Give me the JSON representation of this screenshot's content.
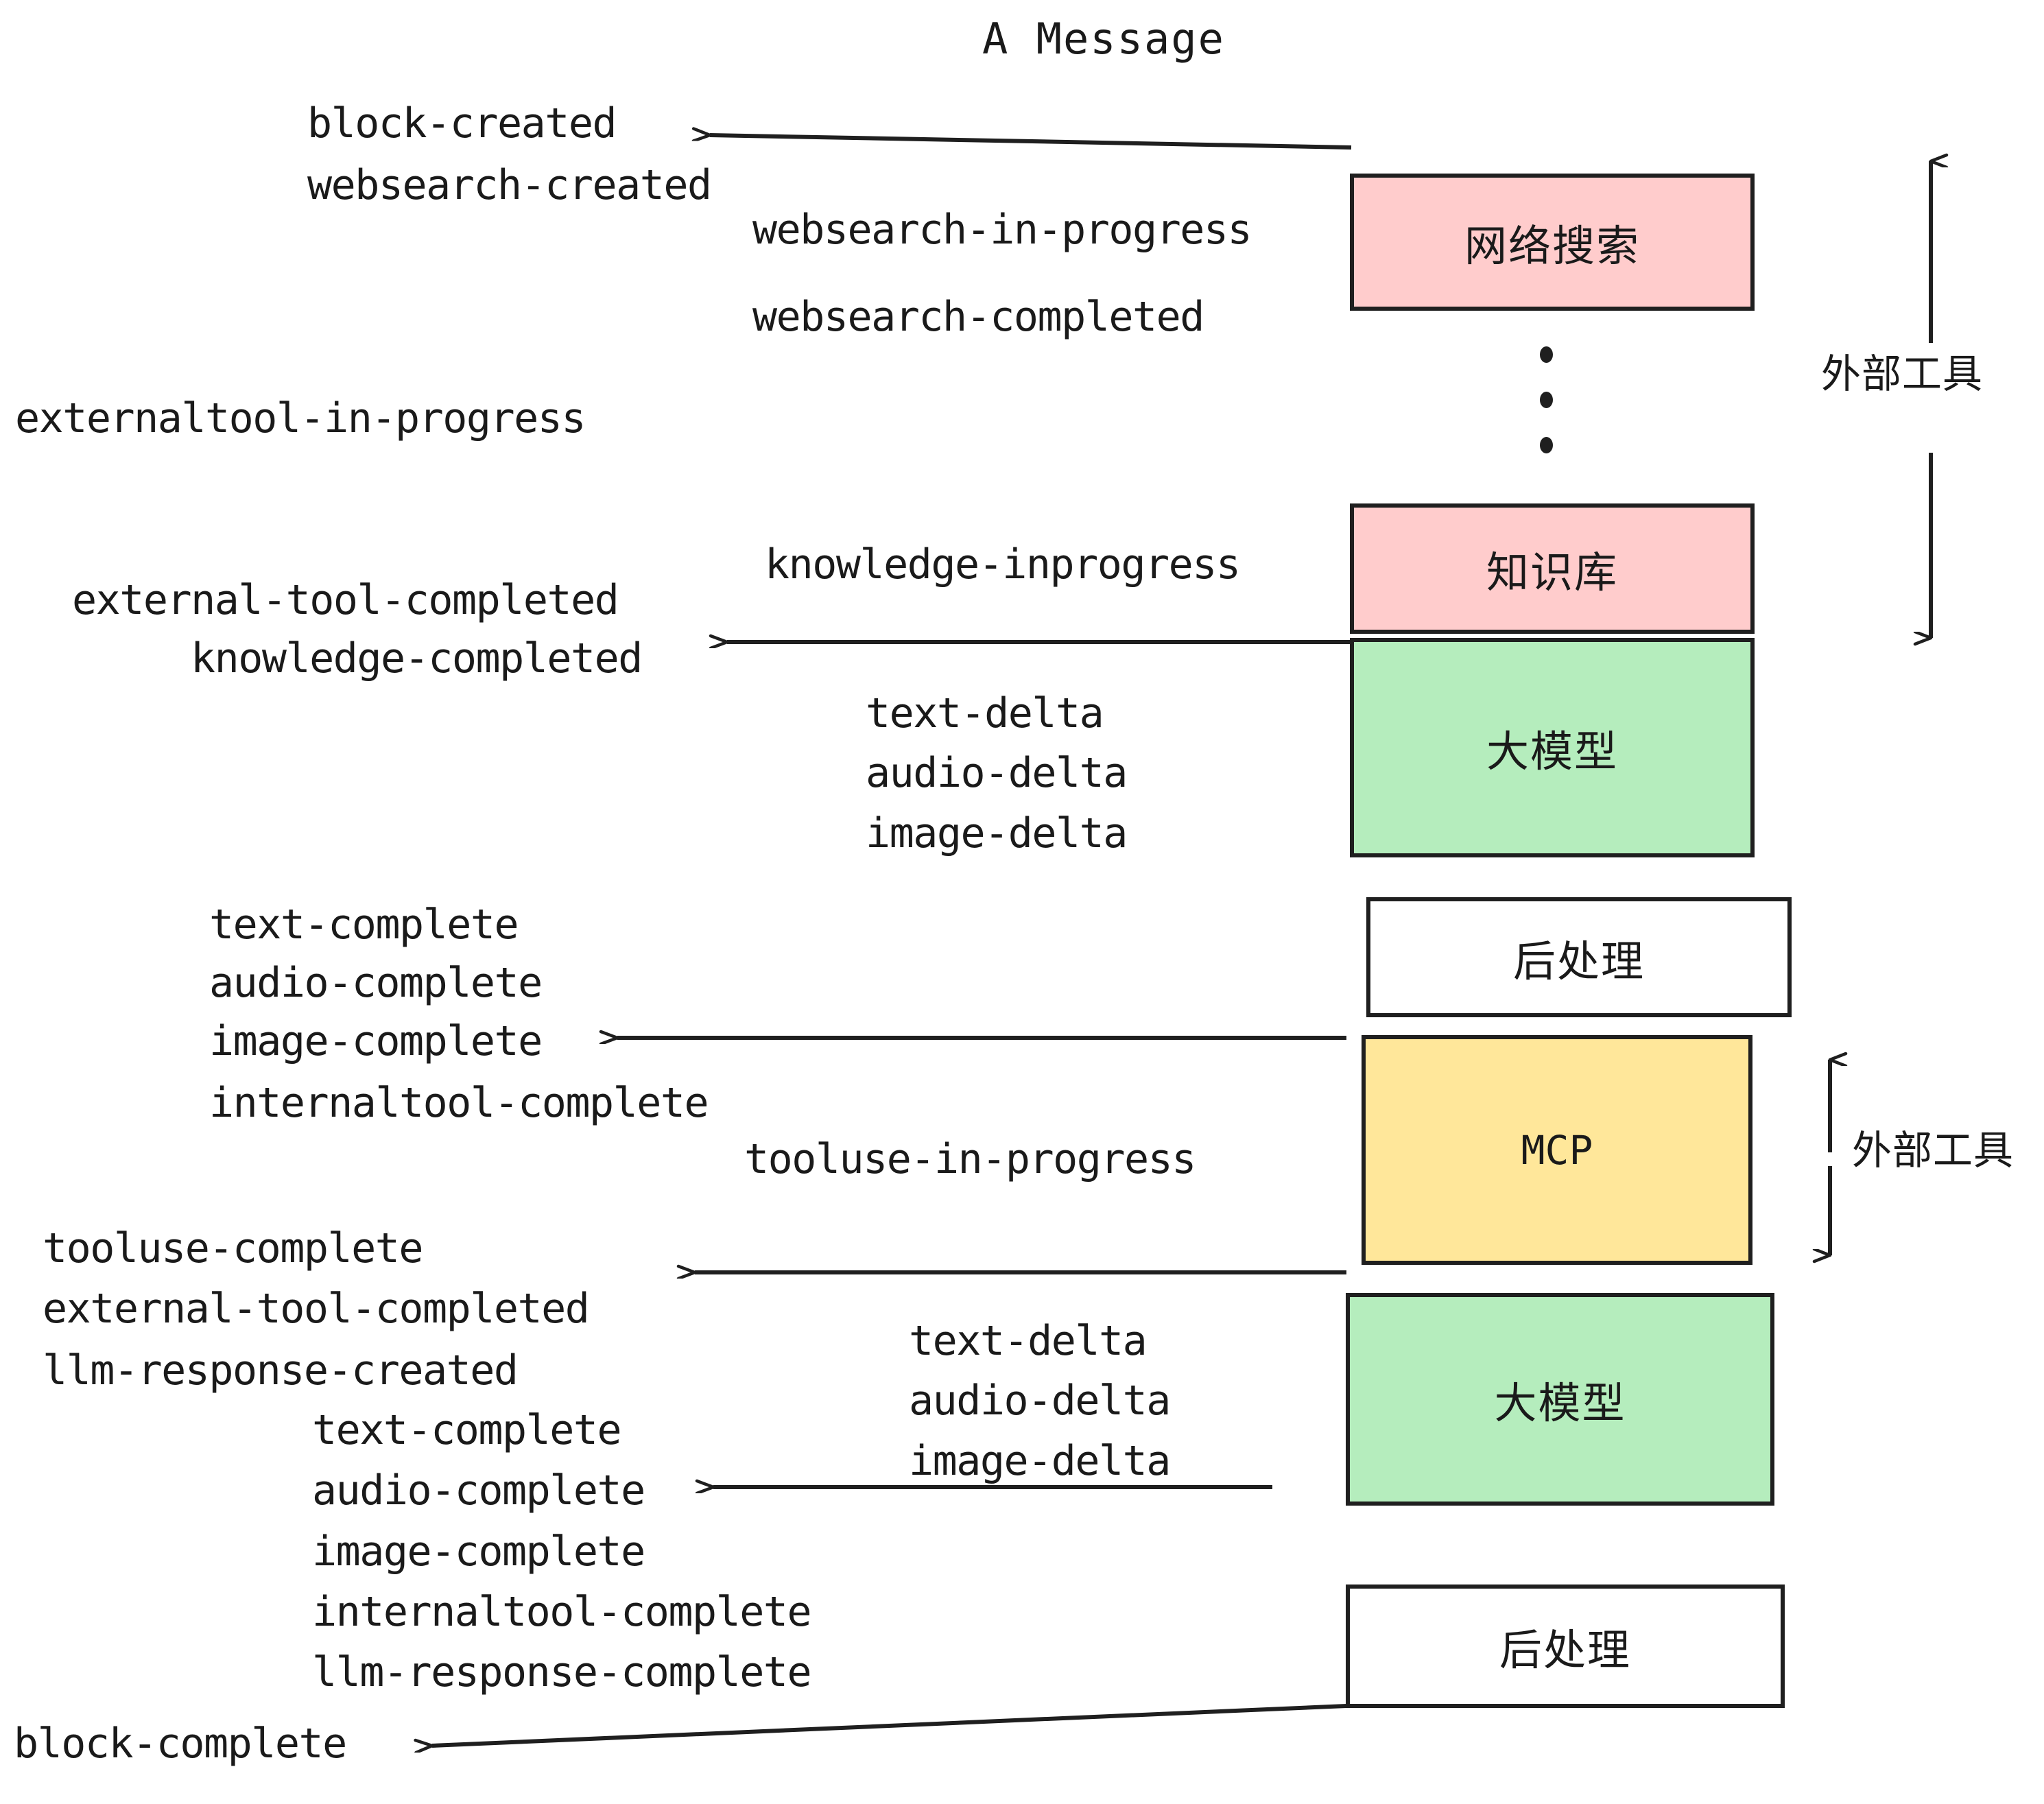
{
  "diagram": {
    "title": "A Message",
    "colors": {
      "pink": "#FFCCCC",
      "green": "#B5EDBD",
      "yellow": "#FFE79A",
      "white": "#FFFFFF",
      "stroke": "#1F1F1F",
      "text": "#1A1A1A",
      "background": "#FFFFFF"
    },
    "nodes": [
      {
        "id": "websearch",
        "label": "网络搜索",
        "fill": "#FFCCCC",
        "lang": "zh"
      },
      {
        "id": "knowledge",
        "label": "知识库",
        "fill": "#FFCCCC",
        "lang": "zh"
      },
      {
        "id": "llm-1",
        "label": "大模型",
        "fill": "#B5EDBD",
        "lang": "zh"
      },
      {
        "id": "postproc-1",
        "label": "后处理",
        "fill": "#FFFFFF",
        "lang": "zh"
      },
      {
        "id": "mcp",
        "label": "MCP",
        "fill": "#FFE79A",
        "lang": "latin"
      },
      {
        "id": "llm-2",
        "label": "大模型",
        "fill": "#B5EDBD",
        "lang": "zh"
      },
      {
        "id": "postproc-2",
        "label": "后处理",
        "fill": "#FFFFFF",
        "lang": "zh"
      }
    ],
    "side_labels": [
      {
        "id": "external-tools-top",
        "text": "外部工具"
      },
      {
        "id": "external-tools-bottom",
        "text": "外部工具"
      }
    ],
    "events": [
      {
        "id": "block-created",
        "text": "block-created"
      },
      {
        "id": "websearch-created",
        "text": "websearch-created"
      },
      {
        "id": "websearch-in-progress",
        "text": "websearch-in-progress"
      },
      {
        "id": "websearch-completed",
        "text": "websearch-completed"
      },
      {
        "id": "externaltool-in-progress",
        "text": "externaltool-in-progress"
      },
      {
        "id": "knowledge-inprogress",
        "text": "knowledge-inprogress"
      },
      {
        "id": "external-tool-completed-1",
        "text": "external-tool-completed"
      },
      {
        "id": "knowledge-completed",
        "text": "knowledge-completed"
      },
      {
        "id": "text-delta-1",
        "text": "text-delta"
      },
      {
        "id": "audio-delta-1",
        "text": "audio-delta"
      },
      {
        "id": "image-delta-1",
        "text": "image-delta"
      },
      {
        "id": "text-complete-1",
        "text": "text-complete"
      },
      {
        "id": "audio-complete-1",
        "text": "audio-complete"
      },
      {
        "id": "image-complete-1",
        "text": "image-complete"
      },
      {
        "id": "internaltool-complete-1",
        "text": "internaltool-complete"
      },
      {
        "id": "tooluse-in-progress",
        "text": "tooluse-in-progress"
      },
      {
        "id": "tooluse-complete",
        "text": "tooluse-complete"
      },
      {
        "id": "external-tool-completed-2",
        "text": "external-tool-completed"
      },
      {
        "id": "llm-response-created",
        "text": "llm-response-created"
      },
      {
        "id": "text-delta-2",
        "text": "text-delta"
      },
      {
        "id": "audio-delta-2",
        "text": "audio-delta"
      },
      {
        "id": "image-delta-2",
        "text": "image-delta"
      },
      {
        "id": "text-complete-2",
        "text": "text-complete"
      },
      {
        "id": "audio-complete-2",
        "text": "audio-complete"
      },
      {
        "id": "image-complete-2",
        "text": "image-complete"
      },
      {
        "id": "internaltool-complete-2",
        "text": "internaltool-complete"
      },
      {
        "id": "llm-response-complete",
        "text": "llm-response-complete"
      },
      {
        "id": "block-complete",
        "text": "block-complete"
      }
    ],
    "ellipsis_count": 3
  }
}
